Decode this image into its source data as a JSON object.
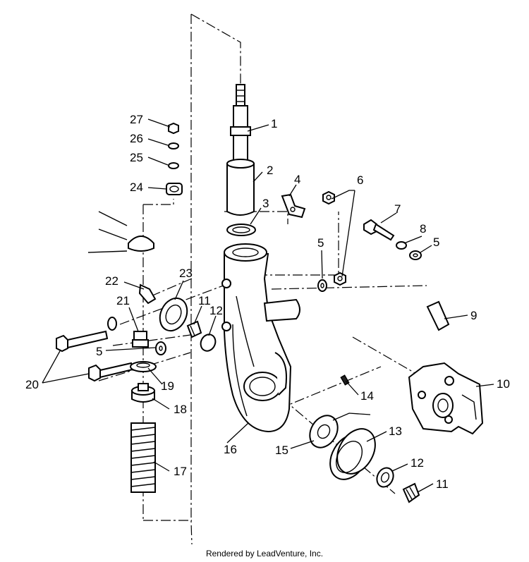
{
  "parts": [
    {
      "id": "27",
      "label": "27"
    },
    {
      "id": "26",
      "label": "26"
    },
    {
      "id": "25",
      "label": "25"
    },
    {
      "id": "24",
      "label": "24"
    },
    {
      "id": "1",
      "label": "1"
    },
    {
      "id": "2",
      "label": "2"
    },
    {
      "id": "3",
      "label": "3"
    },
    {
      "id": "4",
      "label": "4"
    },
    {
      "id": "6",
      "label": "6"
    },
    {
      "id": "7",
      "label": "7"
    },
    {
      "id": "8",
      "label": "8"
    },
    {
      "id": "5a",
      "label": "5"
    },
    {
      "id": "5b",
      "label": "5"
    },
    {
      "id": "9",
      "label": "9"
    },
    {
      "id": "23",
      "label": "23"
    },
    {
      "id": "22",
      "label": "22"
    },
    {
      "id": "21",
      "label": "21"
    },
    {
      "id": "11a",
      "label": "11"
    },
    {
      "id": "12a",
      "label": "12"
    },
    {
      "id": "5c",
      "label": "5"
    },
    {
      "id": "20",
      "label": "20"
    },
    {
      "id": "19",
      "label": "19"
    },
    {
      "id": "18",
      "label": "18"
    },
    {
      "id": "17",
      "label": "17"
    },
    {
      "id": "16",
      "label": "16"
    },
    {
      "id": "14",
      "label": "14"
    },
    {
      "id": "10",
      "label": "10"
    },
    {
      "id": "15",
      "label": "15"
    },
    {
      "id": "13",
      "label": "13"
    },
    {
      "id": "12b",
      "label": "12"
    },
    {
      "id": "11b",
      "label": "11"
    }
  ],
  "footer": {
    "credit": "Rendered by LeadVenture, Inc."
  }
}
